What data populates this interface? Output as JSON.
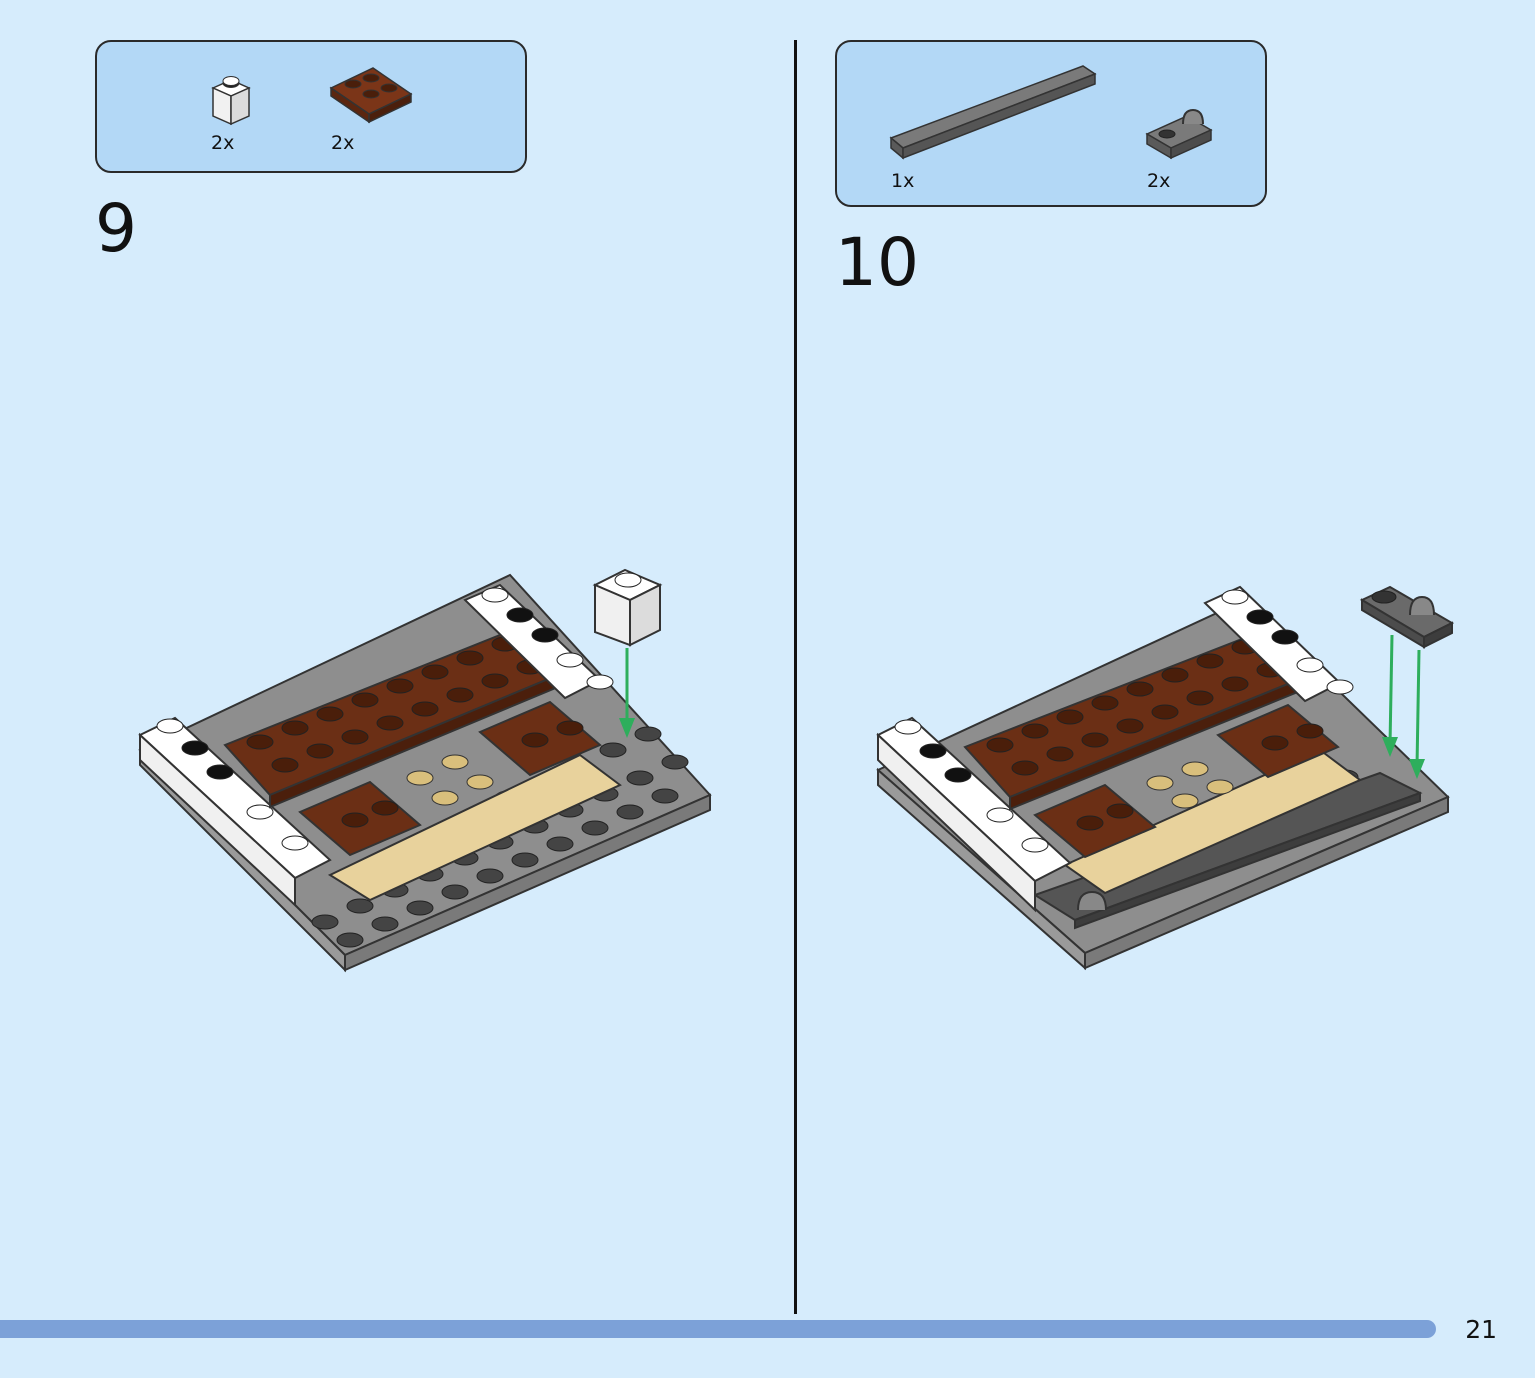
{
  "steps": [
    {
      "number": "9",
      "parts": [
        {
          "qty": "2x",
          "icon": "white-1x1-brick-icon",
          "color": "#ffffff"
        },
        {
          "qty": "2x",
          "icon": "reddish-brown-2x2-plate-icon",
          "color": "#6b2f15"
        }
      ]
    },
    {
      "number": "10",
      "parts": [
        {
          "qty": "1x",
          "icon": "dark-gray-1x8-tile-icon",
          "color": "#707070"
        },
        {
          "qty": "2x",
          "icon": "dark-gray-clip-plate-icon",
          "color": "#707070"
        }
      ]
    }
  ],
  "page": {
    "number": "21"
  },
  "colors": {
    "background": "#d6ecfc",
    "parts_box": "#b3d8f6",
    "progress_bar": "#7ca1d8",
    "arrow": "#2eae5c",
    "baseplate": "#8e8e8e",
    "brown": "#6b2f15",
    "tan": "#e8d29c"
  }
}
